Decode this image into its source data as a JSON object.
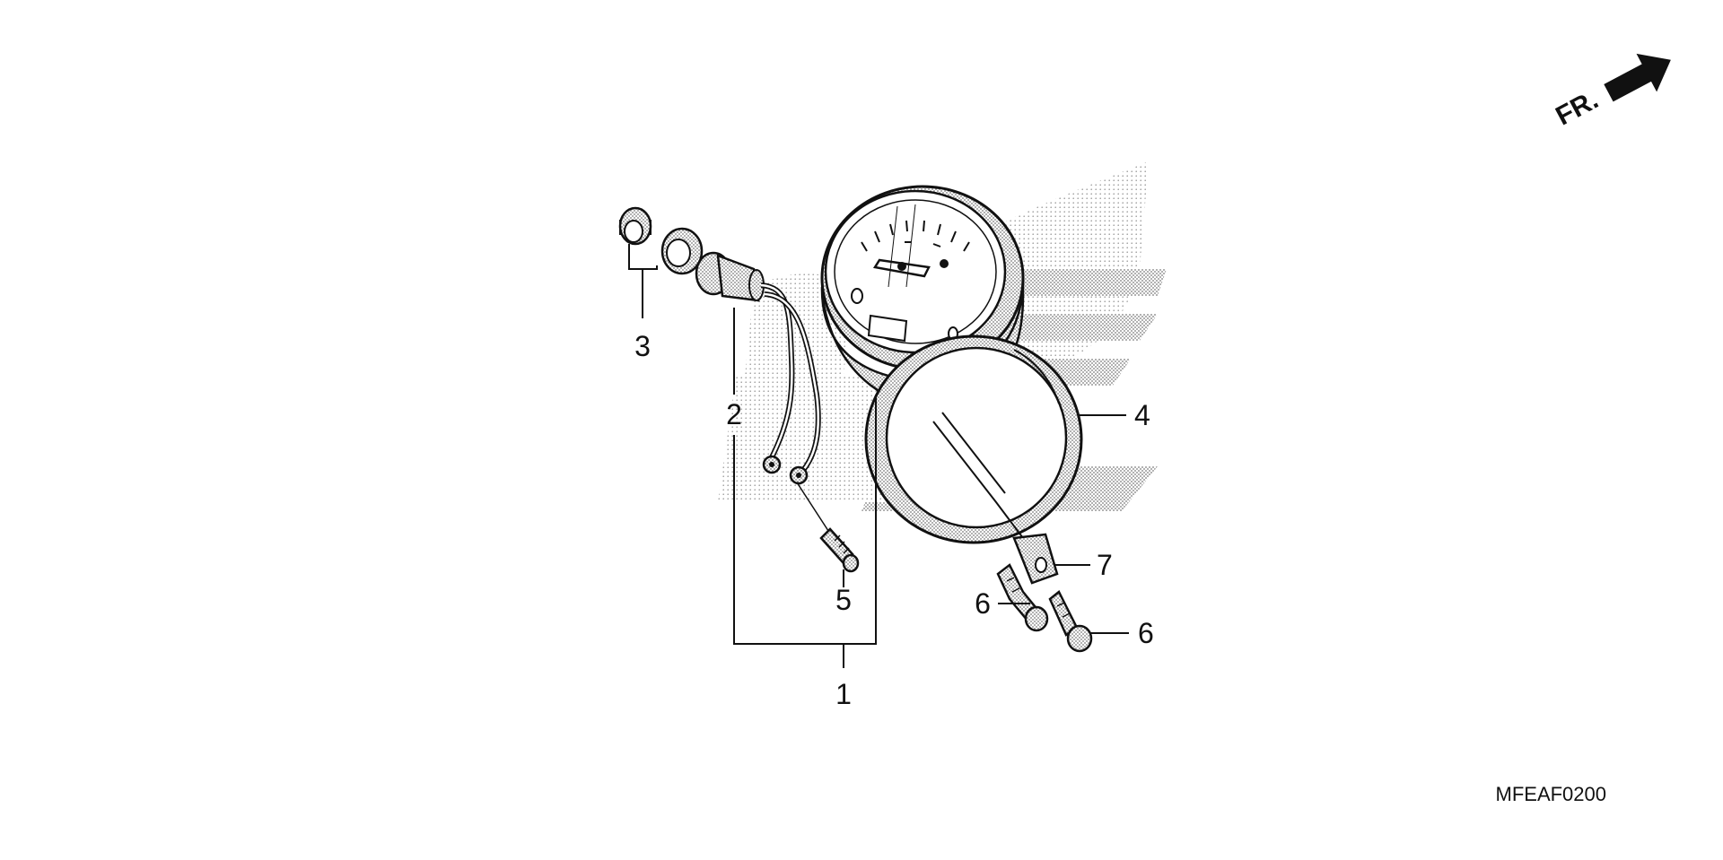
{
  "diagram": {
    "callouts": {
      "c1": "1",
      "c2": "2",
      "c3": "3",
      "c4": "4",
      "c5": "5",
      "c6a": "6",
      "c6b": "6",
      "c7": "7"
    },
    "direction_label": "FR.",
    "figure_code": "MFEAF0200"
  },
  "colors": {
    "ink": "#111111",
    "screen": "#b9b9b9",
    "background": "#ffffff"
  },
  "icons": {
    "direction": "arrow-up-right-icon"
  }
}
